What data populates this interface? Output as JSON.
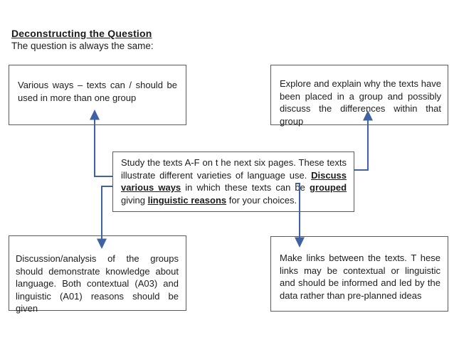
{
  "colors": {
    "arrow_blue": "#3f62a3",
    "box_border": "#5b5b5b",
    "text": "#1c1c1c",
    "background": "#ffffff"
  },
  "header": {
    "title": "Deconstructing the Question",
    "subtitle": "The question is always the same:"
  },
  "boxes": {
    "top_left": {
      "text": "Various ways – texts can / should be used in more than one group"
    },
    "top_right": {
      "text": "Explore and explain why the texts have been placed in a group and possibly discuss the differences within that group"
    },
    "center": {
      "segments": [
        {
          "text": "Study the texts A-F on t he next six pages. These texts illustrate different varieties of language use. ",
          "style": "plain"
        },
        {
          "text": "Discuss various ways",
          "style": "bold-underline"
        },
        {
          "text": " in which these texts can be ",
          "style": "plain"
        },
        {
          "text": "grouped",
          "style": "bold-underline"
        },
        {
          "text": " giving ",
          "style": "plain"
        },
        {
          "text": "linguistic reasons",
          "style": "bold-underline"
        },
        {
          "text": " for your choices.",
          "style": "plain"
        }
      ]
    },
    "bottom_left": {
      "text": "Discussion/analysis of the groups should demonstrate knowledge about language. Both contextual (A03) and linguistic (A01) reasons should be given"
    },
    "bottom_right": {
      "text": "Make links between the texts. T hese links may be contextual or linguistic and should be informed and led by the data rather than pre-planned ideas"
    }
  },
  "connectors": [
    {
      "from": "center",
      "to": "top_left",
      "direction": "up"
    },
    {
      "from": "center",
      "to": "top_right",
      "direction": "up"
    },
    {
      "from": "center",
      "to": "bottom_left",
      "direction": "down"
    },
    {
      "from": "center",
      "to": "bottom_right",
      "direction": "down"
    }
  ]
}
